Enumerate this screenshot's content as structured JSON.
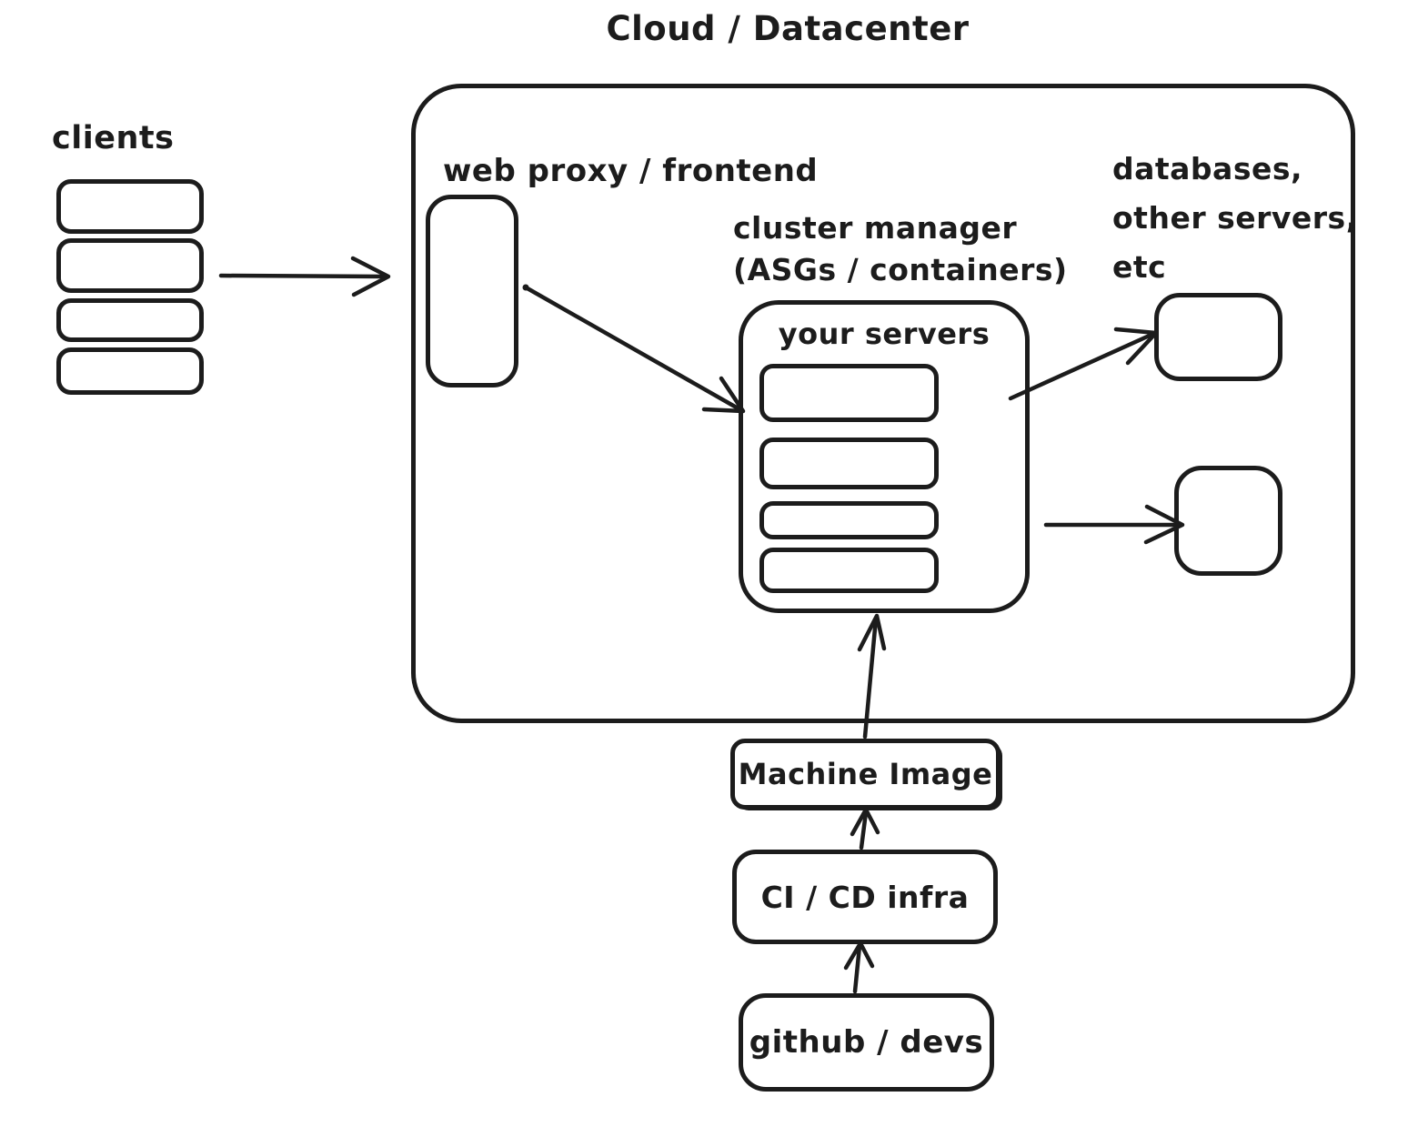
{
  "title": "Cloud / Datacenter",
  "clients": {
    "label": "clients",
    "count": 4
  },
  "web_proxy": {
    "label": "web proxy / frontend"
  },
  "cluster_manager": {
    "label_line1": "cluster manager",
    "label_line2": "(ASGs / containers)",
    "inner_label": "your servers",
    "server_count": 4
  },
  "databases": {
    "label_line1": "databases,",
    "label_line2": "other servers,",
    "label_line3": "etc",
    "box_count": 2
  },
  "pipeline": {
    "machine_image_label": "Machine Image",
    "ci_cd_label": "CI / CD infra",
    "github_label": "github / devs"
  },
  "colors": {
    "ink": "#1c1c1c",
    "background": "#ffffff"
  }
}
